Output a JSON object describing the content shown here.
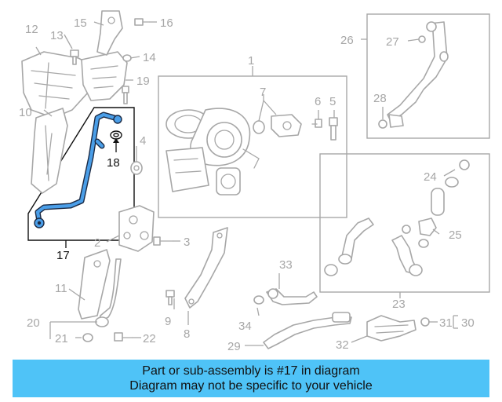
{
  "colors": {
    "highlight": "#4a9ee8",
    "part_line": "#a7a7a7",
    "notice_background": "#4fc3f7"
  },
  "callouts": {
    "c1": "1",
    "c2": "2",
    "c3": "3",
    "c4": "4",
    "c5": "5",
    "c6": "6",
    "c7": "7",
    "c8": "8",
    "c9": "9",
    "c10": "10",
    "c11": "11",
    "c12": "12",
    "c13": "13",
    "c14": "14",
    "c15": "15",
    "c16": "16",
    "c17": "17",
    "c18": "18",
    "c19": "19",
    "c20": "20",
    "c21": "21",
    "c22": "22",
    "c23": "23",
    "c24": "24",
    "c25": "25",
    "c26": "26",
    "c27": "27",
    "c28": "28",
    "c29": "29",
    "c30": "30",
    "c31": "31",
    "c32": "32",
    "c33": "33",
    "c34": "34"
  },
  "highlighted_part": "17",
  "notice": {
    "line1": "Part or sub-assembly is #17 in diagram",
    "line2": "Diagram may not be specific to your vehicle"
  }
}
